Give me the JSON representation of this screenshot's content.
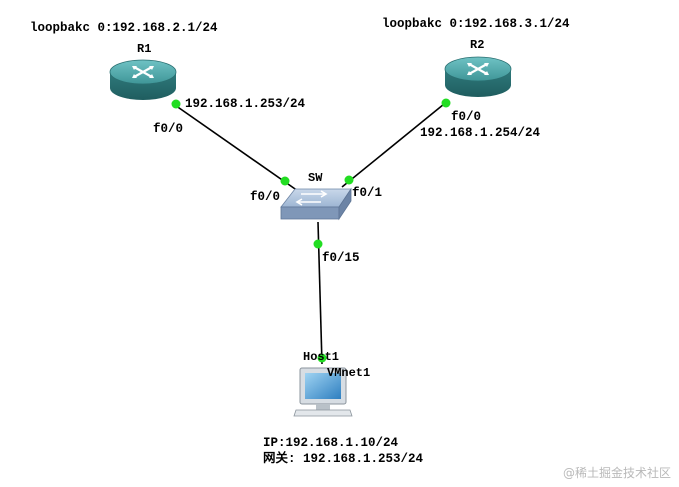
{
  "devices": {
    "r1": {
      "name": "R1",
      "loopback": "loopbakc 0:192.168.2.1/24"
    },
    "r2": {
      "name": "R2",
      "loopback": "loopbakc 0:192.168.3.1/24"
    },
    "sw": {
      "name": "SW"
    },
    "host1": {
      "name": "Host1",
      "adapter": "VMnet1",
      "ip": "IP:192.168.1.10/24",
      "gateway": "网关: 192.168.1.253/24"
    }
  },
  "links": {
    "r1_sw": {
      "r1_port": "f0/0",
      "r1_ip": "192.168.1.253/24",
      "sw_port": "f0/0"
    },
    "r2_sw": {
      "r2_port": "f0/0",
      "r2_ip": "192.168.1.254/24",
      "sw_port": "f0/1"
    },
    "sw_host": {
      "sw_port": "f0/15"
    }
  },
  "colors": {
    "link_line": "#000000",
    "port_dot": "#22dd22",
    "router_body": "#3a8c8e",
    "switch_body": "#8fa9cc",
    "background": "#ffffff"
  },
  "watermark": "@稀土掘金技术社区"
}
